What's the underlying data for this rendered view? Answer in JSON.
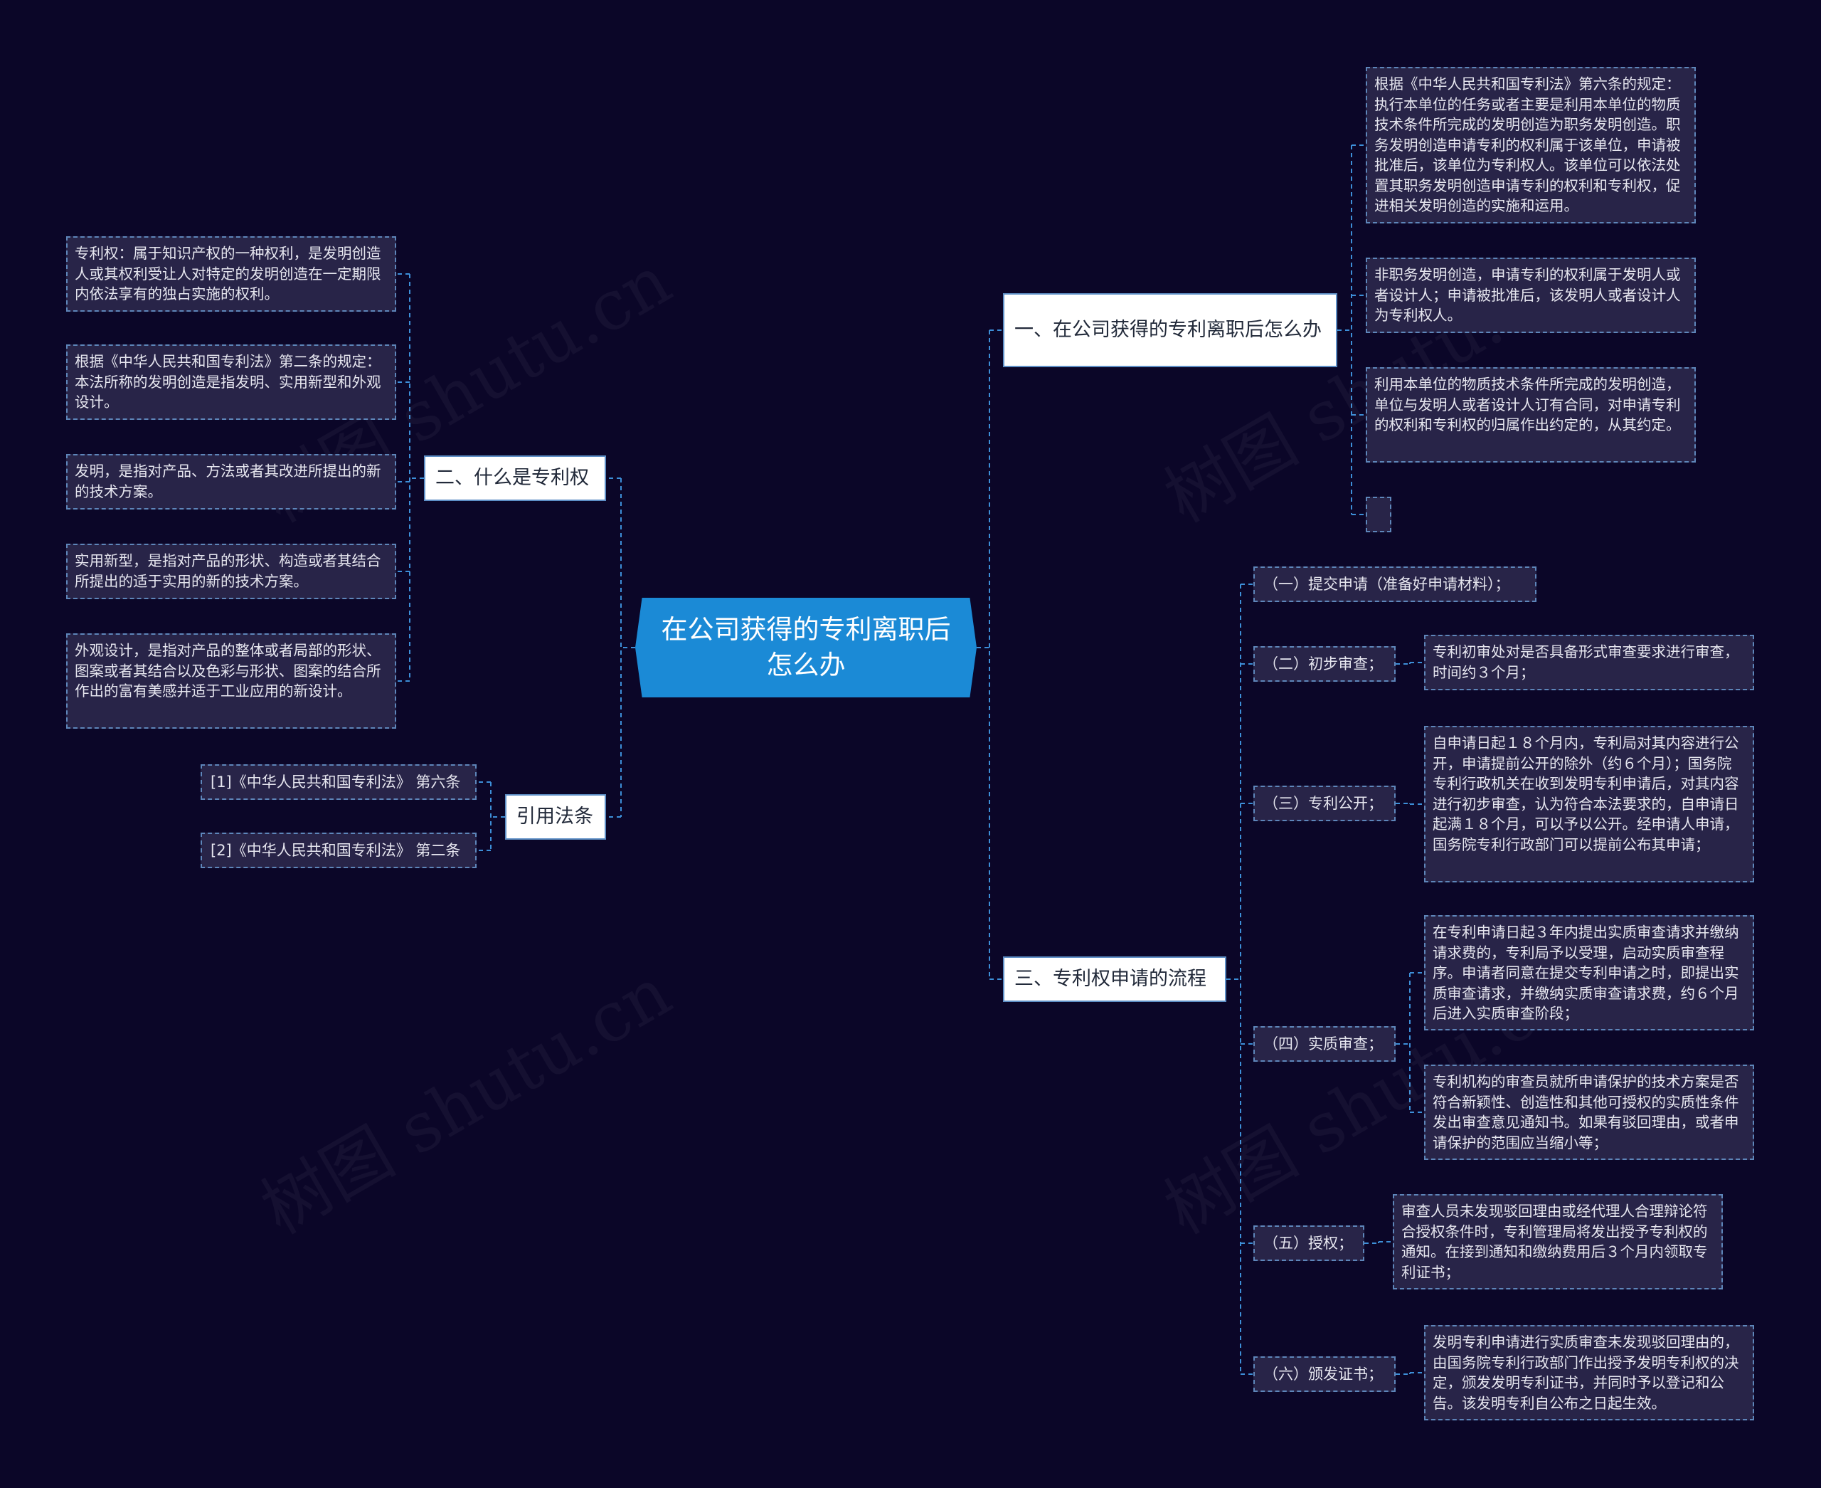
{
  "root": {
    "title": "在公司获得的专利离职后怎么办"
  },
  "branches": {
    "b1": {
      "title": "一、在公司获得的专利离职后怎么办",
      "items": [
        "根据《中华人民共和国专利法》第六条的规定：执行本单位的任务或者主要是利用本单位的物质技术条件所完成的发明创造为职务发明创造。职务发明创造申请专利的权利属于该单位，申请被批准后，该单位为专利权人。该单位可以依法处置其职务发明创造申请专利的权利和专利权，促进相关发明创造的实施和运用。",
        "非职务发明创造，申请专利的权利属于发明人或者设计人；申请被批准后，该发明人或者设计人为专利权人。",
        "利用本单位的物质技术条件所完成的发明创造，单位与发明人或者设计人订有合同，对申请专利的权利和专利权的归属作出约定的，从其约定。",
        ""
      ]
    },
    "b2": {
      "title": "二、什么是专利权",
      "items": [
        "专利权：属于知识产权的一种权利，是发明创造人或其权利受让人对特定的发明创造在一定期限内依法享有的独占实施的权利。",
        "根据《中华人民共和国专利法》第二条的规定：本法所称的发明创造是指发明、实用新型和外观设计。",
        "发明，是指对产品、方法或者其改进所提出的新的技术方案。",
        "实用新型，是指对产品的形状、构造或者其结合所提出的适于实用的新的技术方案。",
        "外观设计，是指对产品的整体或者局部的形状、图案或者其结合以及色彩与形状、图案的结合所作出的富有美感并适于工业应用的新设计。"
      ]
    },
    "b3": {
      "title": "引用法条",
      "items": [
        "[1]《中华人民共和国专利法》 第六条",
        "[2]《中华人民共和国专利法》 第二条"
      ]
    },
    "b4": {
      "title": "三、专利权申请的流程",
      "steps": [
        {
          "label": "（一）提交申请（准备好申请材料）；",
          "details": []
        },
        {
          "label": "（二）初步审查；",
          "details": [
            "专利初审处对是否具备形式审查要求进行审查，时间约３个月；"
          ]
        },
        {
          "label": "（三）专利公开；",
          "details": [
            "自申请日起１８个月内，专利局对其内容进行公开，申请提前公开的除外（约６个月）；国务院专利行政机关在收到发明专利申请后，对其内容进行初步审查，认为符合本法要求的，自申请日起满１８个月，可以予以公开。经申请人申请，国务院专利行政部门可以提前公布其申请；"
          ]
        },
        {
          "label": "（四）实质审查；",
          "details": [
            "在专利申请日起３年内提出实质审查请求并缴纳请求费的，专利局予以受理，启动实质审查程序。申请者同意在提交专利申请之时，即提出实质审查请求，并缴纳实质审查请求费，约６个月后进入实质审查阶段；",
            "专利机构的审查员就所申请保护的技术方案是否符合新颖性、创造性和其他可授权的实质性条件发出审查意见通知书。如果有驳回理由，或者申请保护的范围应当缩小等；"
          ]
        },
        {
          "label": "（五）授权；",
          "details": [
            "审查人员未发现驳回理由或经代理人合理辩论符合授权条件时，专利管理局将发出授予专利权的通知。在接到通知和缴纳费用后３个月内领取专利证书；"
          ]
        },
        {
          "label": "（六）颁发证书；",
          "details": [
            "发明专利申请进行实质审查未发现驳回理由的，由国务院专利行政部门作出授予发明专利权的决定，颁发发明专利证书，并同时予以登记和公告。该发明专利自公布之日起生效。"
          ]
        }
      ]
    }
  },
  "watermark": "树图 shutu.cn",
  "colors": {
    "background": "#0b0628",
    "root": "#1b8ad6",
    "link": "#3d8fd8",
    "leaf": "#282448"
  }
}
